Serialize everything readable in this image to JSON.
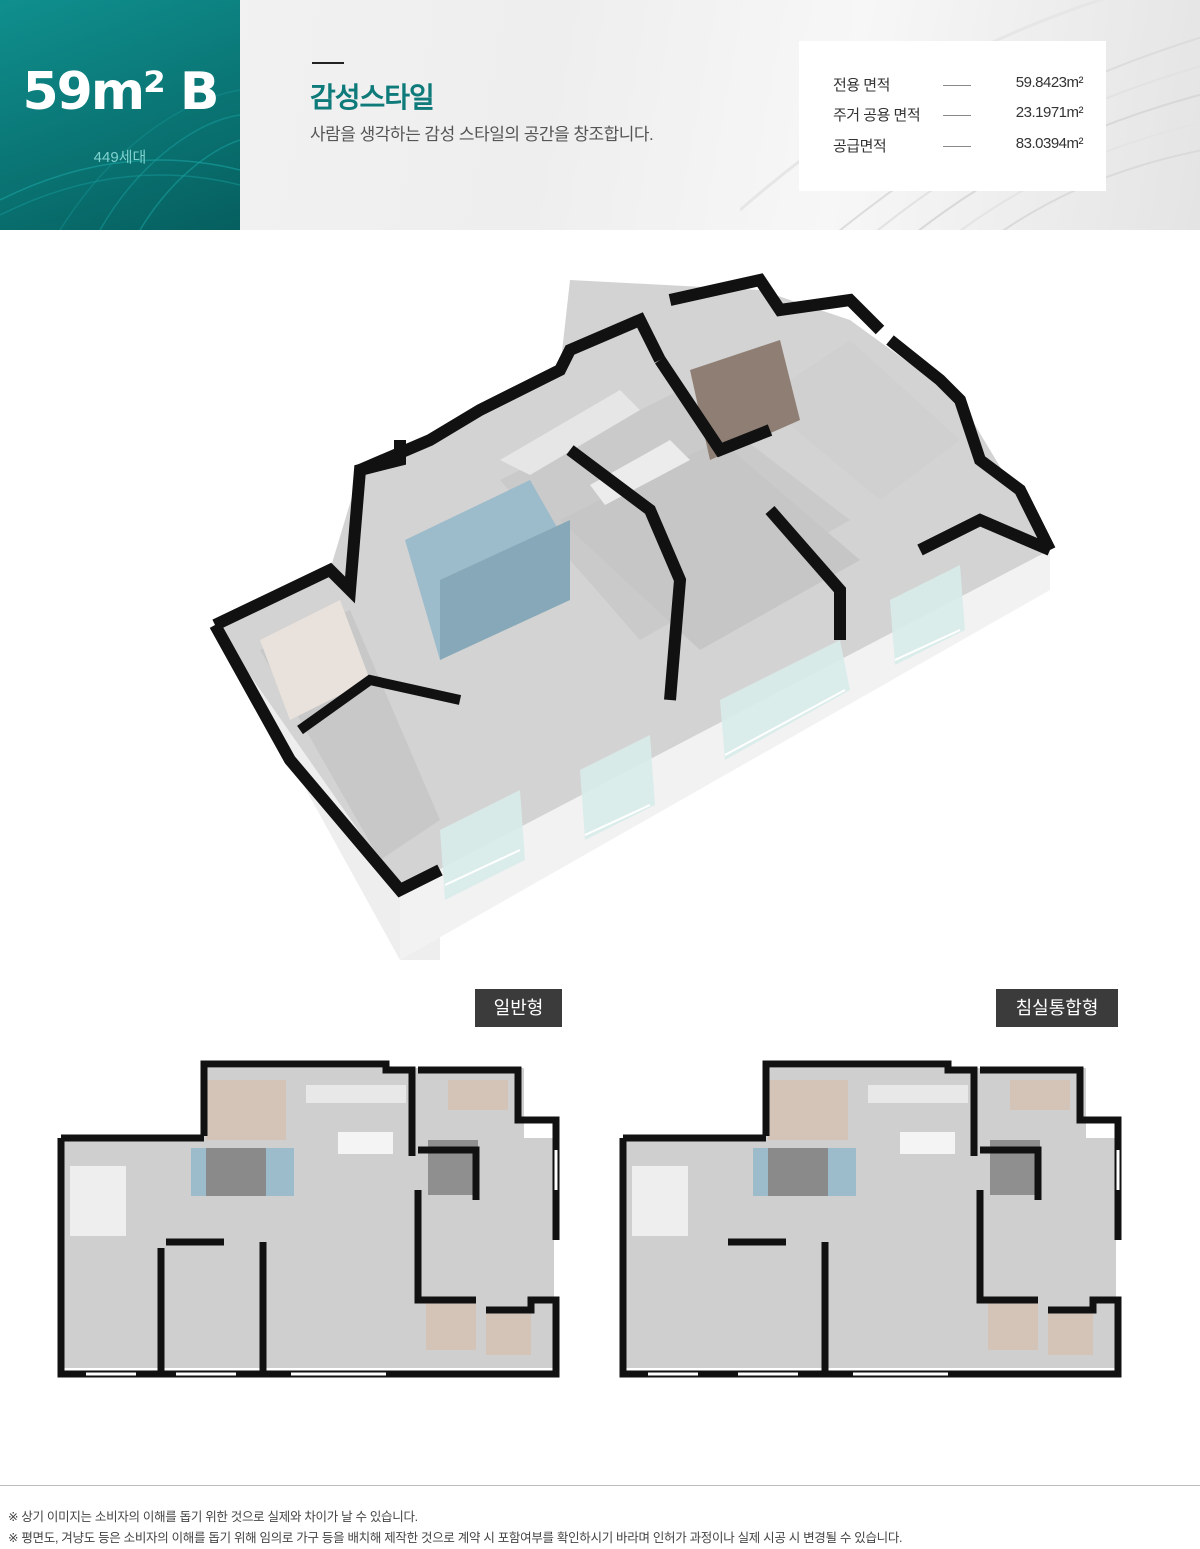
{
  "header": {
    "unit_type": "59m² B",
    "unit_count": "449세대",
    "style_title": "감성스타일",
    "style_description": "사람을 생각하는 감성 스타일의 공간을 창조합니다.",
    "areas": [
      {
        "label": "전용 면적",
        "value": "59.8423m²"
      },
      {
        "label": "주거 공용 면적",
        "value": "23.1971m²"
      },
      {
        "label": "공급면적",
        "value": "83.0394m²"
      }
    ]
  },
  "plans": {
    "type_a_label": "일반형",
    "type_b_label": "침실통합형"
  },
  "notes": [
    "※ 상기 이미지는 소비자의 이해를 돕기 위한 것으로 실제와 차이가 날 수 있습니다.",
    "※ 평면도, 겨냥도 등은 소비자의 이해를 돕기 위해 임의로 가구 등을 배치해 제작한 것으로 계약 시 포함여부를 확인하시기 바라며 인허가 과정이나 실제 시공 시 변경될 수 있습니다."
  ],
  "colors": {
    "brand_teal": "#0e7b7a",
    "badge_teal": "#0a7574",
    "tag_dark": "#3b3b3b",
    "wall": "#111111",
    "floor": "#cfcfcf",
    "storage_blue": "#9dbccb"
  }
}
